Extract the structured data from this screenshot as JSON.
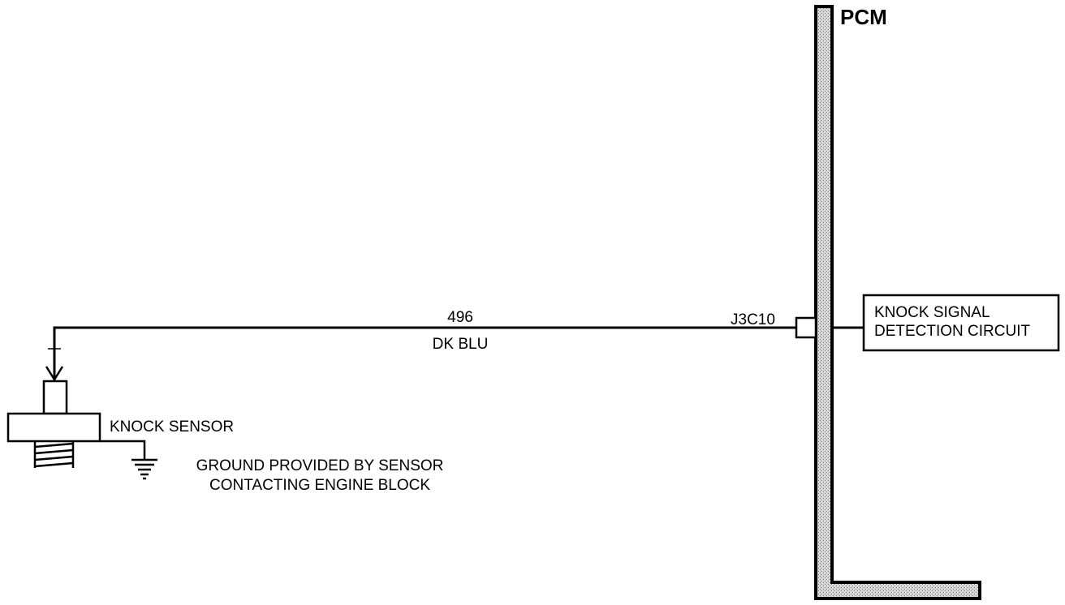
{
  "module": {
    "name": "PCM"
  },
  "wire": {
    "circuit_number": "496",
    "color": "DK BLU"
  },
  "connector": {
    "pin": "J3C10"
  },
  "detection_circuit": {
    "line1": "KNOCK SIGNAL",
    "line2": "DETECTION CIRCUIT"
  },
  "sensor": {
    "label": "KNOCK SENSOR"
  },
  "ground_note": {
    "line1": "GROUND PROVIDED BY SENSOR",
    "line2": "CONTACTING ENGINE BLOCK"
  }
}
